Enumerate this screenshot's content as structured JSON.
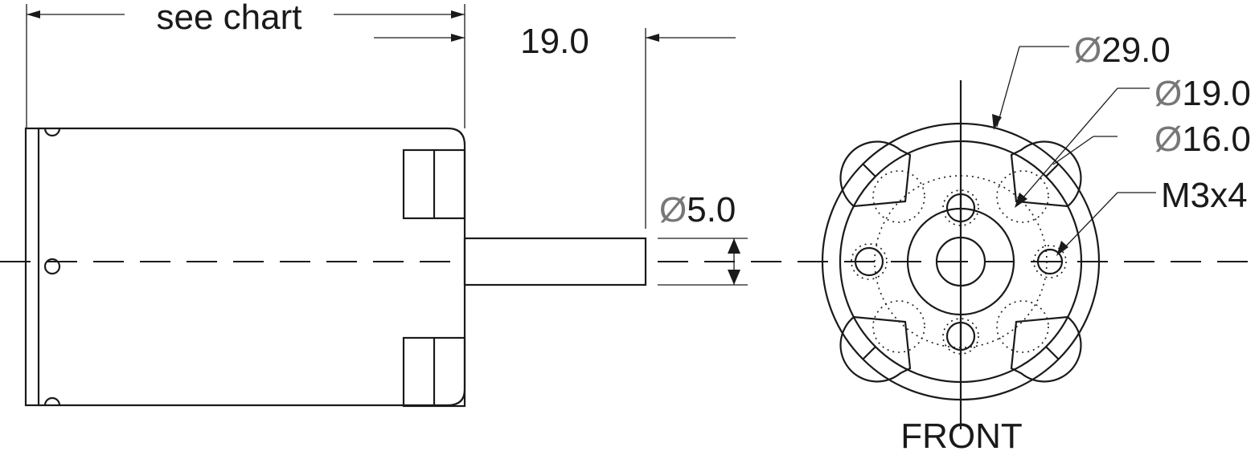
{
  "labels": {
    "body_length": "see chart",
    "shaft_length": "19.0",
    "shaft_diameter": {
      "symbol": "Ø",
      "value": "5.0"
    },
    "outer_diameter": {
      "symbol": "Ø",
      "value": "29.0"
    },
    "bolt_circle_diameter": {
      "symbol": "Ø",
      "value": "19.0"
    },
    "hub_diameter": {
      "symbol": "Ø",
      "value": "16.0"
    },
    "thread_spec": "M3x4",
    "view_name": "FRONT"
  },
  "colors": {
    "line": "#1a1a1a",
    "diameter_symbol": "#777777",
    "background": "#ffffff"
  }
}
